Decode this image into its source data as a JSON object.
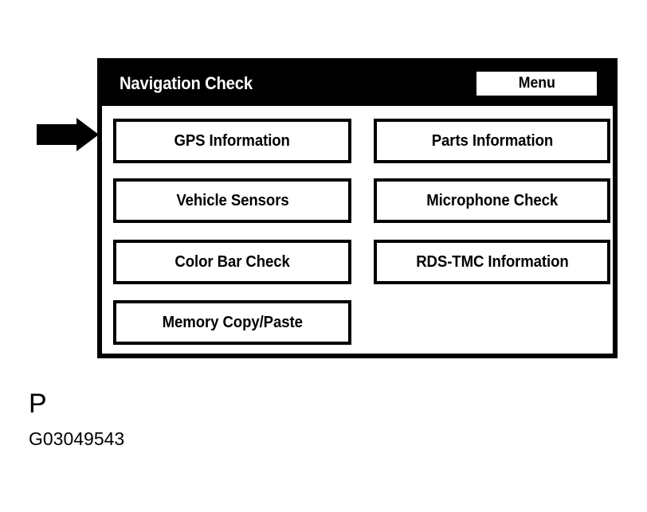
{
  "panel": {
    "title": "Navigation Check",
    "header_button": {
      "label": "Menu",
      "name": "menu-button"
    },
    "menu_items": [
      {
        "label": "GPS Information",
        "column": "left",
        "row": 1
      },
      {
        "label": "Parts Information",
        "column": "right",
        "row": 1
      },
      {
        "label": "Vehicle Sensors",
        "column": "left",
        "row": 2
      },
      {
        "label": "Microphone Check",
        "column": "right",
        "row": 2
      },
      {
        "label": "Color Bar Check",
        "column": "left",
        "row": 3
      },
      {
        "label": "RDS-TMC Information",
        "column": "right",
        "row": 3
      },
      {
        "label": "Memory Copy/Paste",
        "column": "left",
        "row": 4
      }
    ]
  },
  "annotation": {
    "arrow_icon": "right-arrow-icon",
    "arrow_target": "GPS Information"
  },
  "caption": {
    "letter": "P",
    "figure_code": "G03049543"
  },
  "colors": {
    "background": "#ffffff",
    "panel_border": "#000000",
    "header_bar": "#000000",
    "header_text": "#ffffff",
    "button_fill": "#ffffff",
    "button_text": "#000000"
  }
}
